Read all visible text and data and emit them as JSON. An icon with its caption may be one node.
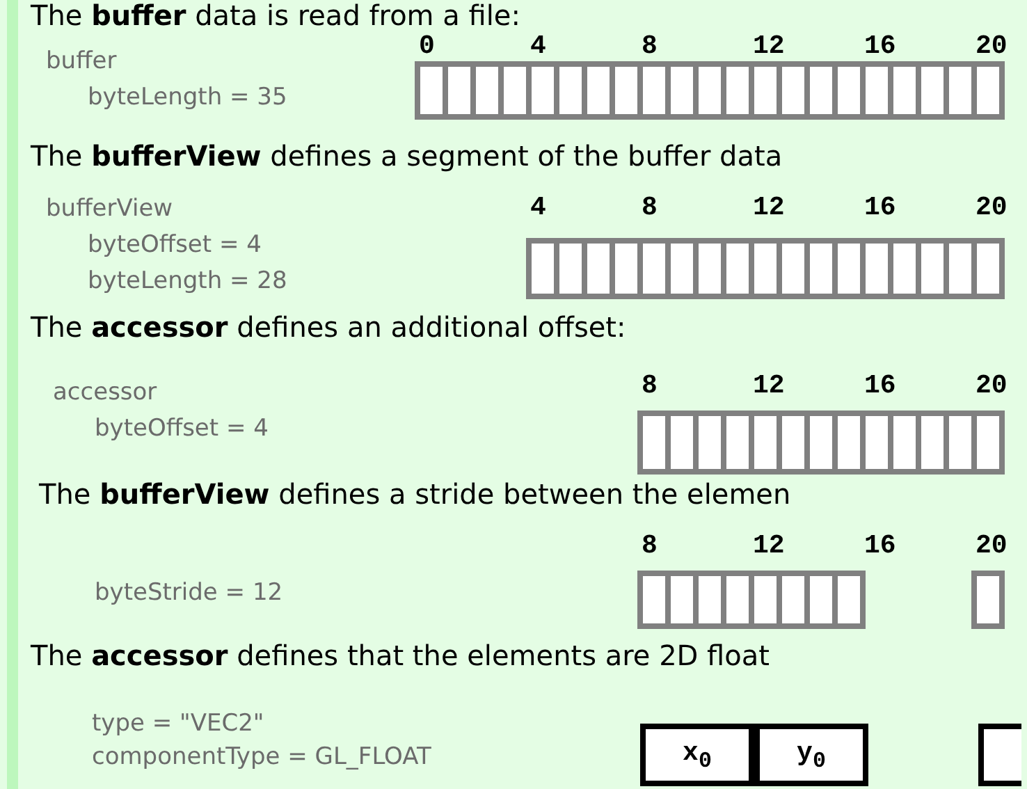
{
  "diagram": {
    "nodes": [
      {
        "text": [
          "x$_{0}$"
        ]
      },
      {
        "text": [
          "y$_{0}$"
        ]
      },
      {
        "text": [],
        "shape": "box"
      }
    ],
    "labels": [
      "The **buffer** data is read from a file:",
      "buffer",
      "byteLength = 35",
      "0",
      "4",
      "8",
      "12",
      "16",
      "20",
      "The **bufferView** defines a segment of the buffer data",
      "bufferView",
      "byteOffset = 4",
      "byteLength = 28",
      "4",
      "8",
      "12",
      "16",
      "20",
      "The **accessor** defines an additional offset:",
      "accessor",
      "byteOffset = 4",
      "8",
      "12",
      "16",
      "20",
      "The **bufferView** defines a stride between the elemen",
      "8",
      "12",
      "16",
      "20",
      "byteStride = 12",
      "The **accessor** defines that the elements are 2D float",
      "type = \"VEC2\"",
      "componentType = GL_FLOAT"
    ]
  }
}
